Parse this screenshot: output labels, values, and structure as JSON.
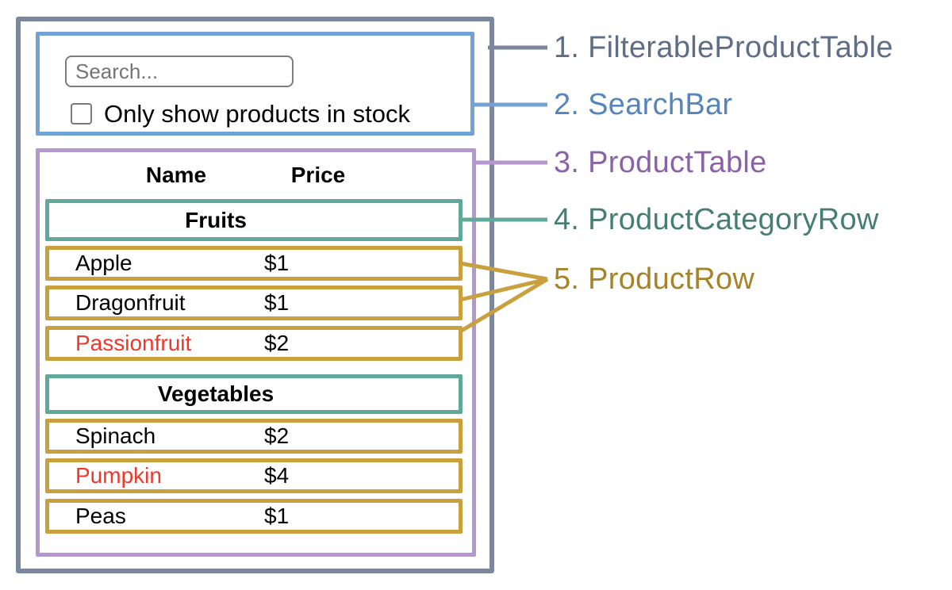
{
  "colors": {
    "filterable_product_table": "#7b879d",
    "search_bar": "#74a1d6",
    "product_table": "#b696ce",
    "product_category_row": "#60a89a",
    "product_row": "#c8a03e",
    "out_of_stock_text": "#f0372a",
    "default_text": "#000000"
  },
  "search_bar": {
    "input_placeholder": "Search...",
    "input_value": "",
    "checkbox_checked": false,
    "checkbox_label": "Only show products in stock"
  },
  "product_table": {
    "header": {
      "name": "Name",
      "price": "Price"
    },
    "sections": [
      {
        "category": "Fruits",
        "rows": [
          {
            "name": "Apple",
            "price": "$1",
            "highlighted": false
          },
          {
            "name": "Dragonfruit",
            "price": "$1",
            "highlighted": false
          },
          {
            "name": "Passionfruit",
            "price": "$2",
            "highlighted": true
          }
        ]
      },
      {
        "category": "Vegetables",
        "rows": [
          {
            "name": "Spinach",
            "price": "$2",
            "highlighted": false
          },
          {
            "name": "Pumpkin",
            "price": "$4",
            "highlighted": true
          },
          {
            "name": "Peas",
            "price": "$1",
            "highlighted": false
          }
        ]
      }
    ]
  },
  "legend": {
    "items": [
      {
        "label": "1. FilterableProductTable",
        "color": "#5f6e87"
      },
      {
        "label": "2. SearchBar",
        "color": "#5585bc"
      },
      {
        "label": "3. ProductTable",
        "color": "#8b61a7"
      },
      {
        "label": "4. ProductCategoryRow",
        "color": "#467f72"
      },
      {
        "label": "5. ProductRow",
        "color": "#a5832a"
      }
    ]
  }
}
